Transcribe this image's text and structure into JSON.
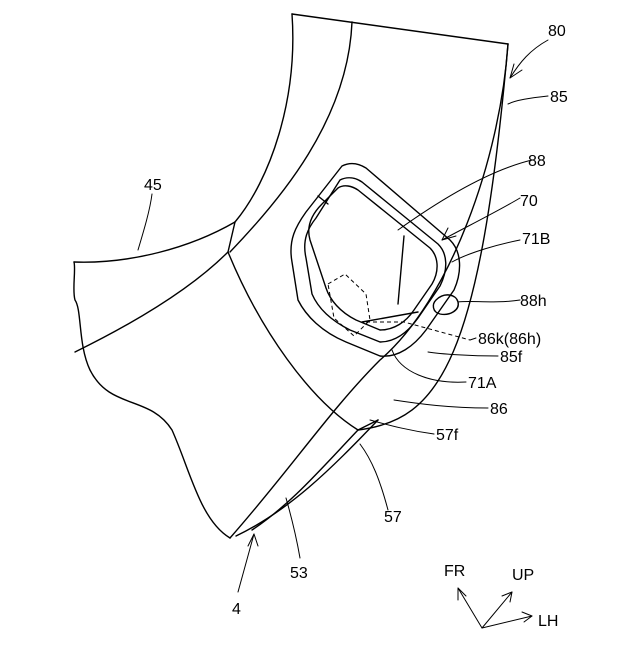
{
  "labels": {
    "l80": "80",
    "l85": "85",
    "l88": "88",
    "l70": "70",
    "l71B": "71B",
    "l88h": "88h",
    "l86k": "86k(86h)",
    "l85f": "85f",
    "l71A": "71A",
    "l86": "86",
    "l57f": "57f",
    "l57": "57",
    "l53": "53",
    "l4": "4",
    "l45": "45"
  },
  "directions": {
    "fr": "FR",
    "up": "UP",
    "lh": "LH"
  }
}
